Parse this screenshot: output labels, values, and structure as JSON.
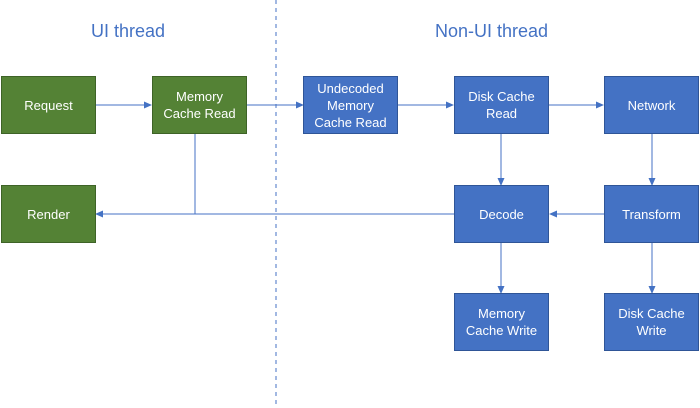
{
  "colors": {
    "ui_node": "#548235",
    "worker_node": "#4472c4",
    "connector": "#4472c4",
    "section_title": "#4472c4"
  },
  "sections": {
    "ui_title": "UI thread",
    "non_ui_title": "Non-UI thread"
  },
  "nodes": {
    "request": "Request",
    "memory_cache_read": "Memory\nCache Read",
    "render": "Render",
    "undecoded_memory_cache_read": "Undecoded\nMemory\nCache Read",
    "disk_cache_read": "Disk Cache\nRead",
    "network": "Network",
    "decode": "Decode",
    "transform": "Transform",
    "memory_cache_write": "Memory\nCache Write",
    "disk_cache_write": "Disk Cache\nWrite"
  }
}
